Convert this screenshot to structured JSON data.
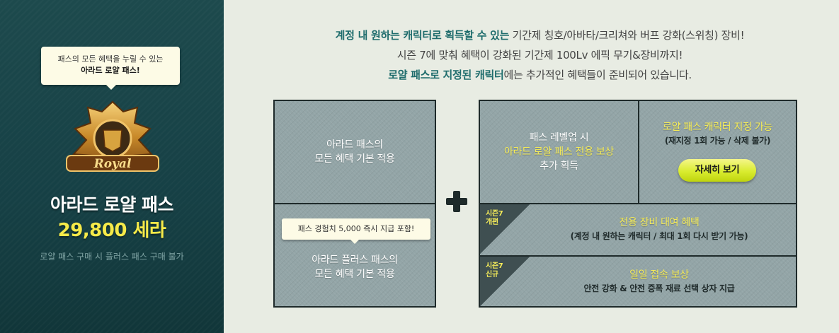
{
  "left": {
    "tooltip_line1": "패스의 모든 혜택을 누릴 수 있는",
    "tooltip_line2": "아라드 로얄 패스!",
    "emblem_text": "Royal",
    "title": "아라드 로얄 패스",
    "price": "29,800 세라",
    "note": "로얄 패스 구매 시 플러스 패스 구매 불가"
  },
  "intro": {
    "line1_a": "계정 내 원하는 캐릭터로 획득할 수 있는",
    "line1_b": " 기간제 칭호/아바타/크리쳐와 버프 강화(스위칭) 장비!",
    "line2": "시즌 7에 맞춰 혜택이 강화된 기간제 100Lv 에픽 무기&장비까지!",
    "line3_a": "로얄 패스로 지정된 캐릭터",
    "line3_b": "에는 추가적인 혜택들이 준비되어 있습니다."
  },
  "left_box": {
    "top_line1": "아라드 패스의",
    "top_line2": "모든 혜택 기본 적용",
    "tip": "패스 경험치 5,000 즉시 지급 포함!",
    "bottom_line1": "아라드 플러스 패스의",
    "bottom_line2": "모든 혜택 기본 적용"
  },
  "right_box": {
    "levelup_line1": "패스 레벨업 시",
    "levelup_line2": "아라드 로얄 패스 전용 보상",
    "levelup_line3": "추가 획득",
    "designate_title": "로얄 패스 캐릭터 지정 가능",
    "designate_desc": "(재지정 1회 가능 / 삭제 불가)",
    "detail_button": "자세히 보기",
    "rental_corner_1": "시즌7",
    "rental_corner_2": "개편",
    "rental_title": "전용 장비 대여 혜택",
    "rental_desc": "(계정 내 원하는 캐릭터 / 최대 1회 다시 받기 가능)",
    "daily_corner_1": "시즌7",
    "daily_corner_2": "신규",
    "daily_title": "일일 접속 보상",
    "daily_desc": "안전 강화 & 안전 증폭 재료 선택 상자 지급"
  },
  "colors": {
    "left_bg": "#1a4548",
    "price_yellow": "#f6ea49",
    "teal_text": "#1e6c6c",
    "button_green": "#d9ec2f"
  }
}
